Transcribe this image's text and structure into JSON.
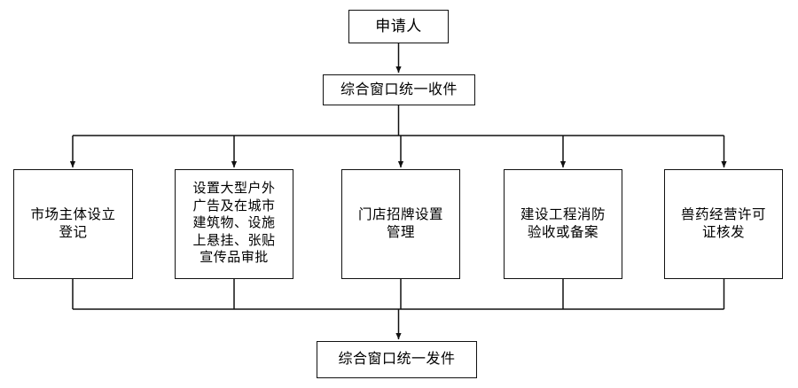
{
  "diagram": {
    "type": "flowchart",
    "orientation": "top-down",
    "title_visible": false,
    "colors": {
      "background": "#ffffff",
      "box_border": "#111111",
      "box_fill": "#ffffff",
      "connector": "#111111",
      "text": "#000000"
    },
    "nodes": [
      {
        "id": "applicant",
        "label": "申请人",
        "role": "start",
        "level": 0
      },
      {
        "id": "intake",
        "label": "综合窗口统一收件",
        "role": "process",
        "level": 1
      },
      {
        "id": "market-entity",
        "label": "市场主体设立\n登记",
        "role": "process",
        "level": 2,
        "branch_index": 1
      },
      {
        "id": "outdoor-ad",
        "label": "设置大型户外\n广告及在城市\n建筑物、设施\n上悬挂、张贴\n宣传品审批",
        "role": "process",
        "level": 2,
        "branch_index": 2
      },
      {
        "id": "store-sign",
        "label": "门店招牌设置\n管理",
        "role": "process",
        "level": 2,
        "branch_index": 3
      },
      {
        "id": "fire-accept",
        "label": "建设工程消防\n验收或备案",
        "role": "process",
        "level": 2,
        "branch_index": 4
      },
      {
        "id": "vet-drug",
        "label": "兽药经营许可\n证核发",
        "role": "process",
        "level": 2,
        "branch_index": 5
      },
      {
        "id": "delivery",
        "label": "综合窗口统一发件",
        "role": "end",
        "level": 3
      }
    ],
    "edges": [
      {
        "from": "applicant",
        "to": "intake",
        "arrow": true
      },
      {
        "from": "intake",
        "to": "market-entity",
        "arrow": true
      },
      {
        "from": "intake",
        "to": "outdoor-ad",
        "arrow": true
      },
      {
        "from": "intake",
        "to": "store-sign",
        "arrow": true
      },
      {
        "from": "intake",
        "to": "fire-accept",
        "arrow": true
      },
      {
        "from": "intake",
        "to": "vet-drug",
        "arrow": true
      },
      {
        "from": "market-entity",
        "to": "delivery",
        "arrow": true
      },
      {
        "from": "outdoor-ad",
        "to": "delivery",
        "arrow": true
      },
      {
        "from": "store-sign",
        "to": "delivery",
        "arrow": true
      },
      {
        "from": "fire-accept",
        "to": "delivery",
        "arrow": true
      },
      {
        "from": "vet-drug",
        "to": "delivery",
        "arrow": true
      }
    ]
  }
}
